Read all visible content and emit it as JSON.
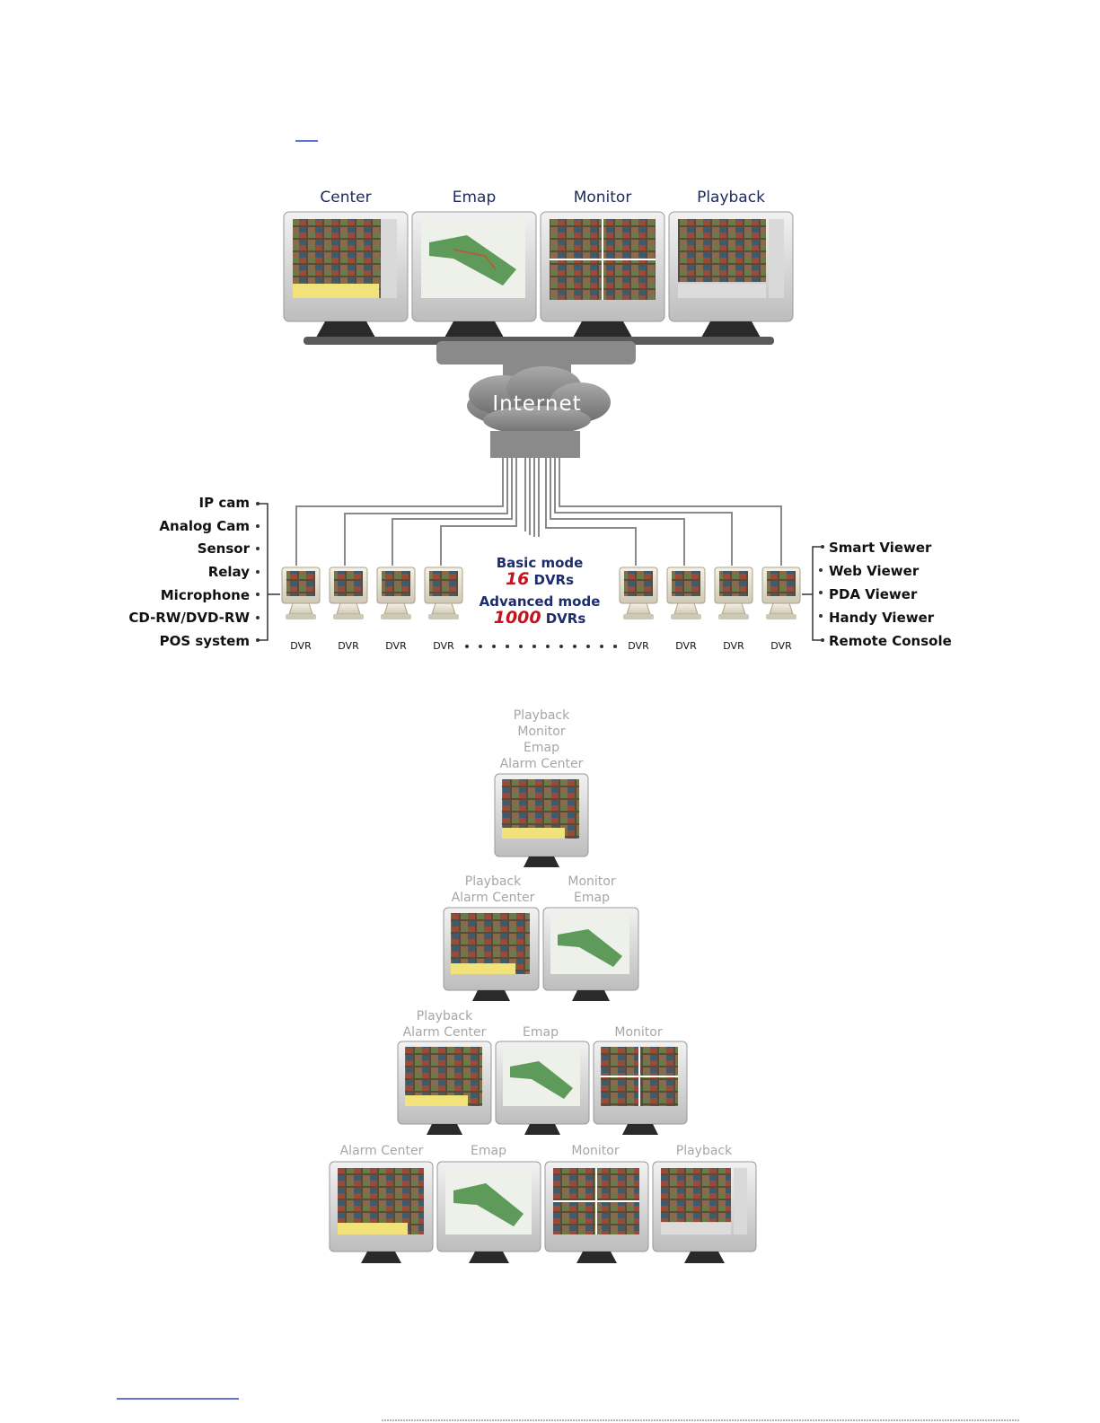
{
  "top_monitors": [
    "Center",
    "Emap",
    "Monitor",
    "Playback"
  ],
  "cloud_label": "Internet",
  "left_inputs": [
    "IP cam",
    "Analog Cam",
    "Sensor",
    "Relay",
    "Microphone",
    "CD-RW/DVD-RW",
    "POS system"
  ],
  "right_viewers": [
    "Smart Viewer",
    "Web Viewer",
    "PDA Viewer",
    "Handy Viewer",
    "Remote Console"
  ],
  "dvr_label": "DVR",
  "modes": {
    "basic_label": "Basic mode",
    "basic_count": "16",
    "advanced_label": "Advanced mode",
    "advanced_count": "1000",
    "unit": "DVRs"
  },
  "pyramid": {
    "row1": [
      [
        "Playback",
        "Monitor",
        "Emap",
        "Alarm Center"
      ]
    ],
    "row2": [
      [
        "Playback",
        "Alarm Center"
      ],
      [
        "Monitor",
        "Emap"
      ]
    ],
    "row3": [
      [
        "Playback",
        "Alarm Center"
      ],
      [
        "Emap"
      ],
      [
        "Monitor"
      ]
    ],
    "row4": [
      [
        "Alarm Center"
      ],
      [
        "Emap"
      ],
      [
        "Monitor"
      ],
      [
        "Playback"
      ]
    ]
  },
  "colors": {
    "title_navy": "#1c2a5a",
    "count_red": "#c4121e",
    "cloud_gray": "#8c8c8c",
    "pyramid_label_gray": "#a6a6a6"
  }
}
